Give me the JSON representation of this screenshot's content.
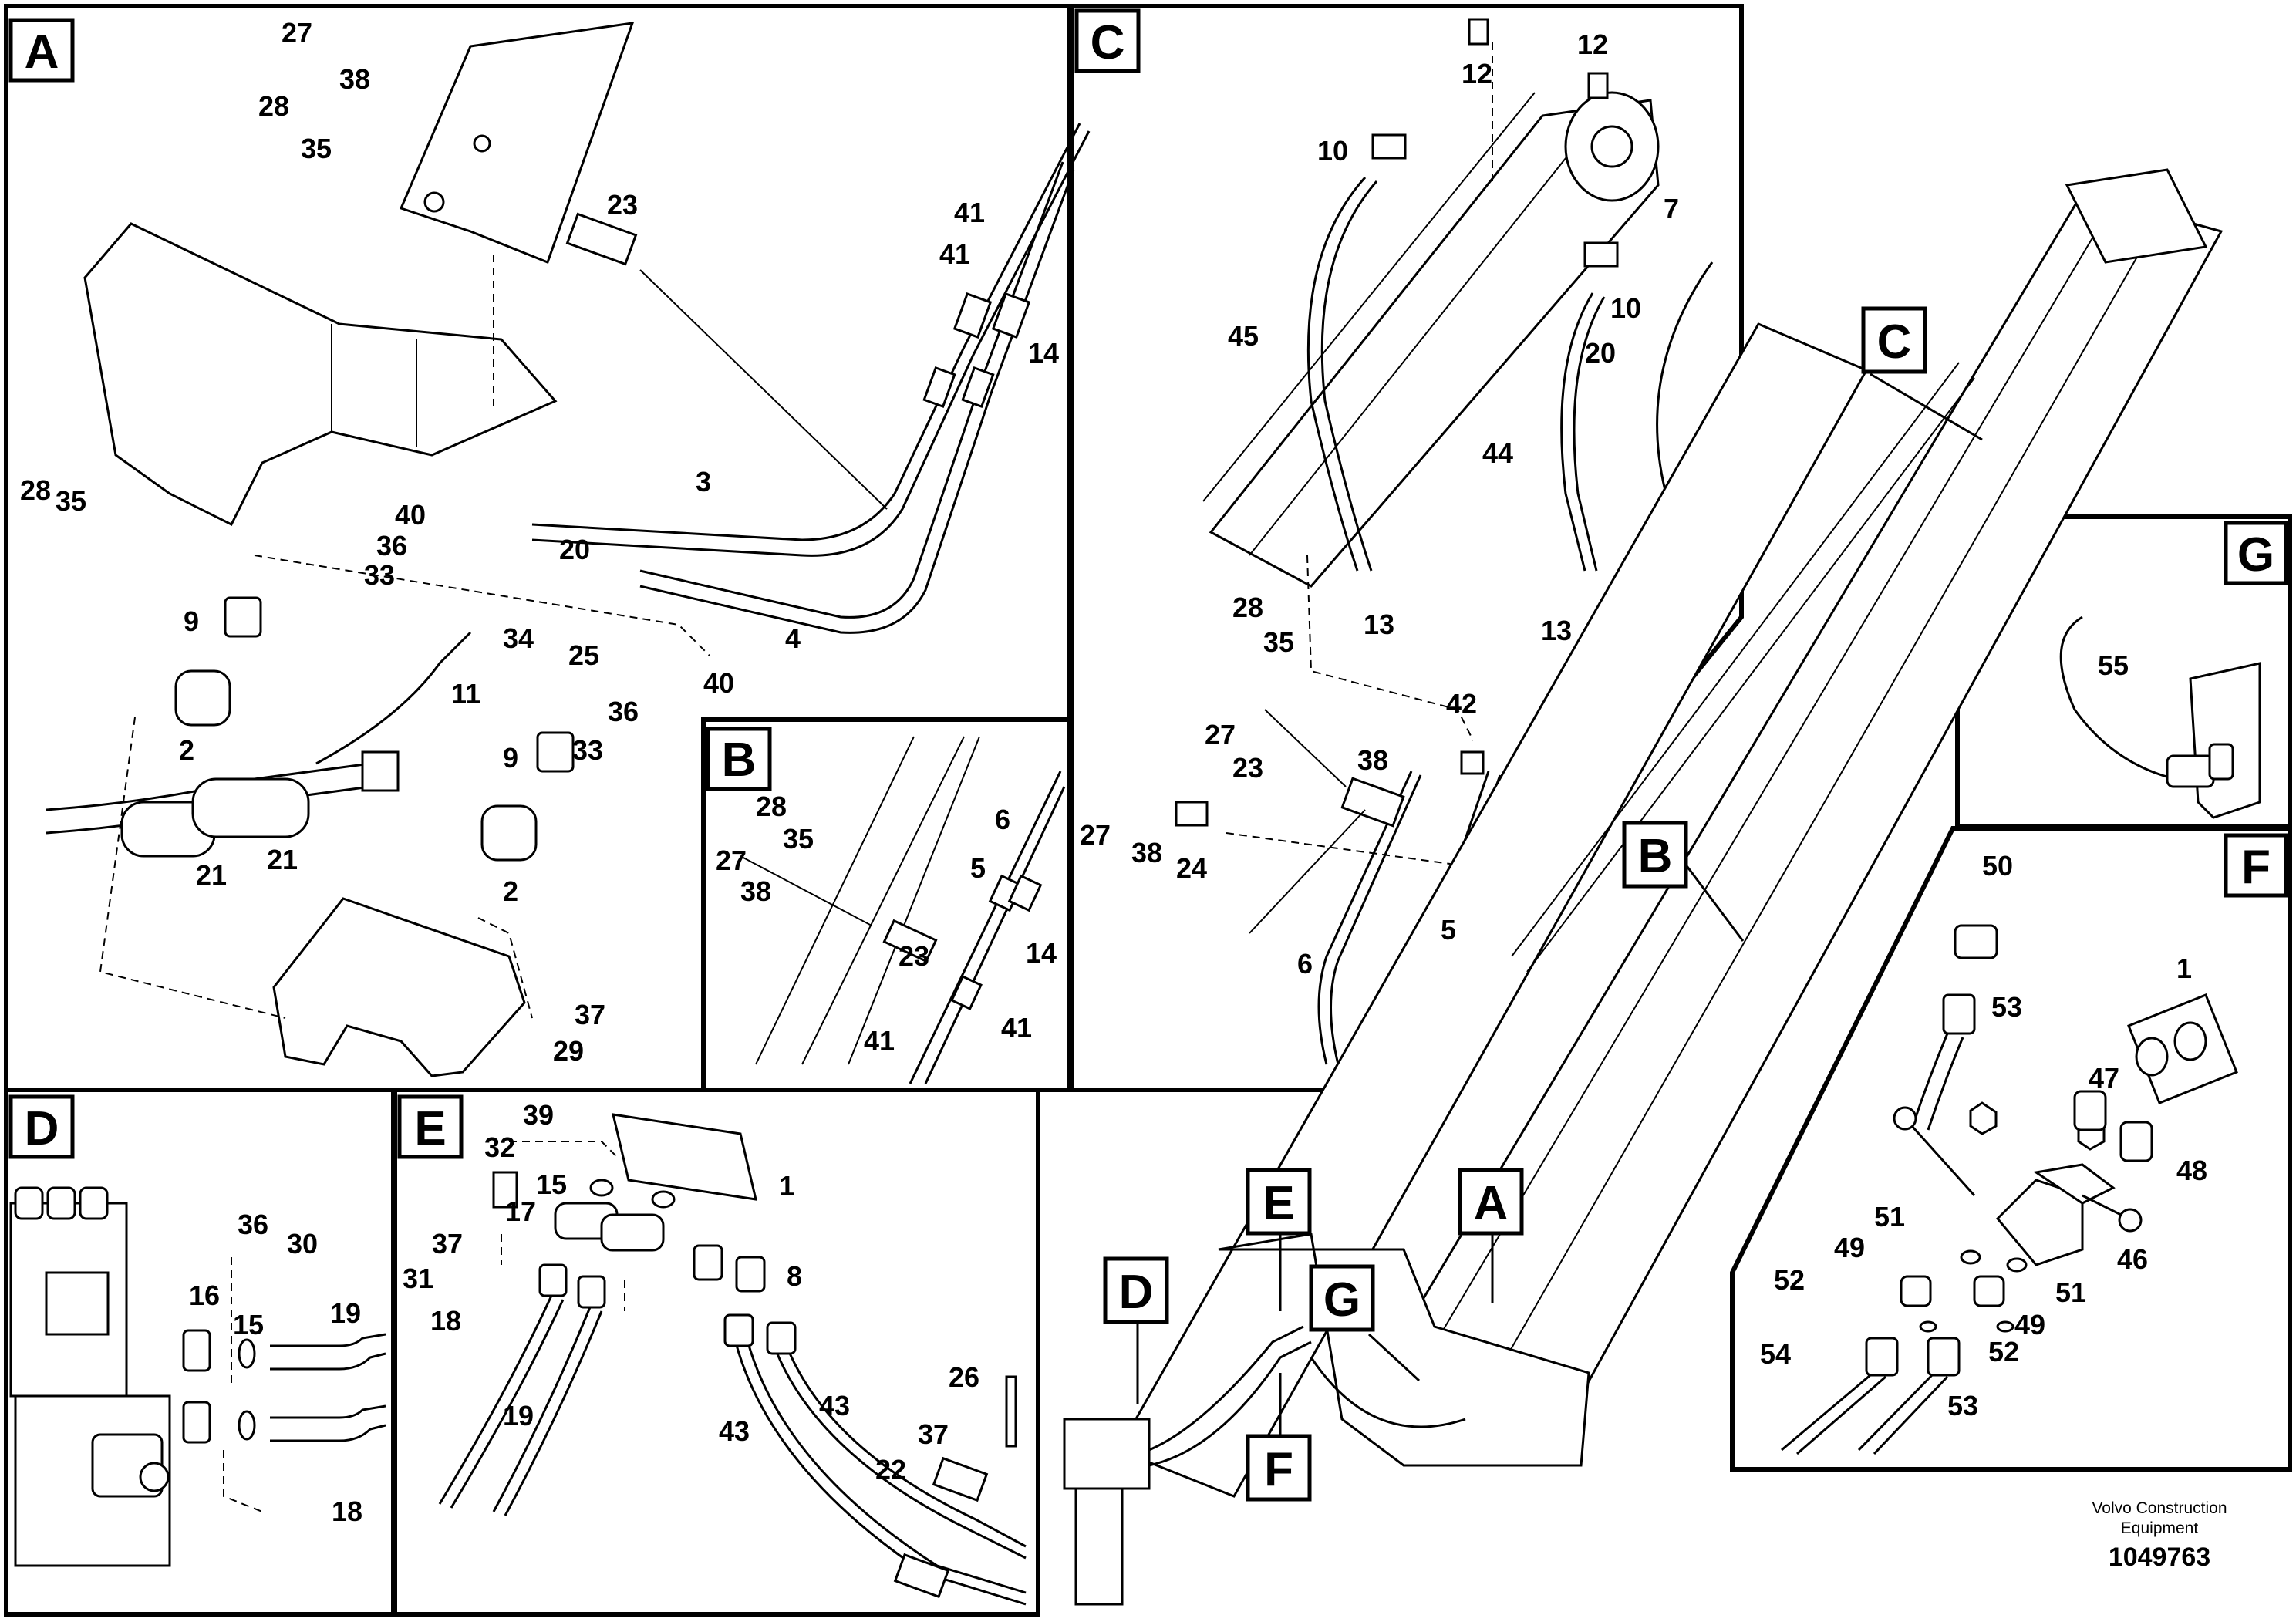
{
  "panels": [
    {
      "id": "A",
      "label": "A"
    },
    {
      "id": "B",
      "label": "B"
    },
    {
      "id": "C",
      "label": "C"
    },
    {
      "id": "D",
      "label": "D"
    },
    {
      "id": "E",
      "label": "E"
    },
    {
      "id": "F",
      "label": "F"
    },
    {
      "id": "G",
      "label": "G"
    }
  ],
  "overview_markers": [
    "C",
    "B",
    "A",
    "D",
    "E",
    "G",
    "F"
  ],
  "callouts": {
    "A": [
      "27",
      "38",
      "28",
      "35",
      "23",
      "41",
      "41",
      "14",
      "28",
      "35",
      "40",
      "36",
      "33",
      "20",
      "3",
      "34",
      "25",
      "4",
      "9",
      "11",
      "40",
      "36",
      "33",
      "9",
      "2",
      "21",
      "21",
      "2",
      "37",
      "29"
    ],
    "B": [
      "28",
      "35",
      "27",
      "38",
      "6",
      "5",
      "14",
      "23",
      "41",
      "41"
    ],
    "C": [
      "12",
      "12",
      "10",
      "7",
      "10",
      "45",
      "20",
      "44",
      "28",
      "35",
      "13",
      "13",
      "42",
      "27",
      "38",
      "23",
      "27",
      "38",
      "24",
      "6",
      "5"
    ],
    "D": [
      "36",
      "30",
      "16",
      "15",
      "19",
      "18"
    ],
    "E": [
      "39",
      "32",
      "15",
      "1",
      "17",
      "37",
      "31",
      "8",
      "18",
      "19",
      "43",
      "43",
      "26",
      "37",
      "22"
    ],
    "F": [
      "50",
      "53",
      "1",
      "47",
      "48",
      "51",
      "46",
      "49",
      "52",
      "51",
      "49",
      "52",
      "54",
      "53"
    ],
    "G": [
      "55"
    ]
  },
  "footer": {
    "company_line1": "Volvo Construction",
    "company_line2": "Equipment",
    "drawing_number": "1049763"
  }
}
